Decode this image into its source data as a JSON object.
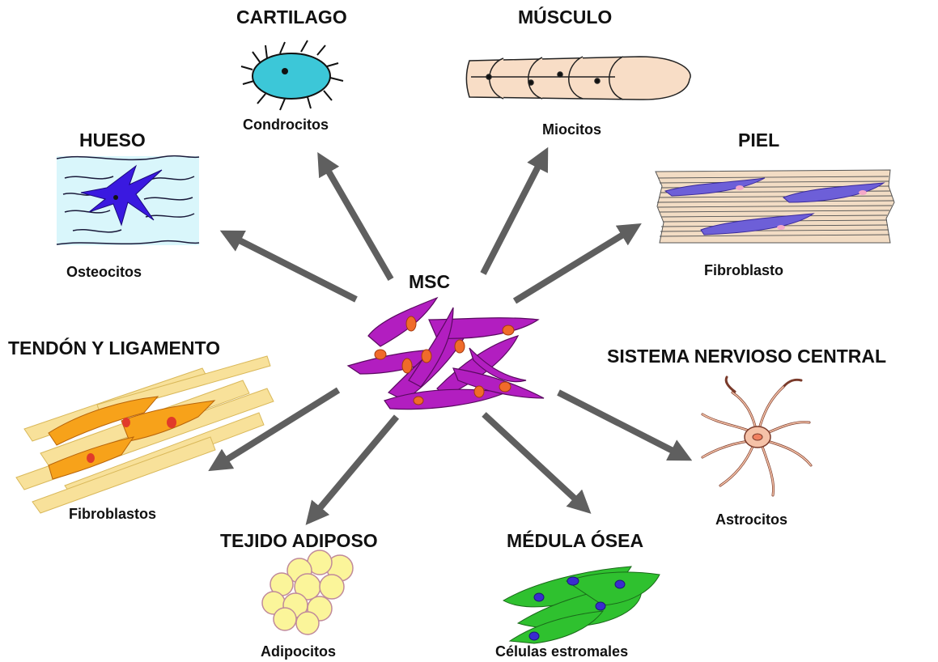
{
  "center": {
    "label": "MSC"
  },
  "nodes": [
    {
      "id": "cartilago",
      "title": "CARTILAGO",
      "cell": "Condrocitos"
    },
    {
      "id": "musculo",
      "title": "MÚSCULO",
      "cell": "Miocitos"
    },
    {
      "id": "hueso",
      "title": "HUESO",
      "cell": "Osteocitos"
    },
    {
      "id": "piel",
      "title": "PIEL",
      "cell": "Fibroblasto"
    },
    {
      "id": "tendon",
      "title": "TENDÓN Y LIGAMENTO",
      "cell": "Fibroblastos"
    },
    {
      "id": "snc",
      "title": "SISTEMA NERVIOSO CENTRAL",
      "cell": "Astrocitos"
    },
    {
      "id": "adiposo",
      "title": "TEJIDO ADIPOSO",
      "cell": "Adipocitos"
    },
    {
      "id": "medula",
      "title": "MÉDULA ÓSEA",
      "cell": "Células estromales"
    }
  ],
  "colors": {
    "arrow": "#5f5f5f",
    "msc": "#b21ec0",
    "msc_nucleus": "#f06b2a",
    "chondrocyte": "#3cc7d8",
    "muscle": "#f8ddc6",
    "bone_bg": "#d9f6fb",
    "osteocyte": "#3a19e0",
    "skin": "#f2dcc4",
    "skin_cell": "#6d5fd8",
    "tendon_fiber": "#f8e19a",
    "tendon_cell": "#f7a21a",
    "astrocyte": "#f5c2a8",
    "adipocyte": "#fbf59a",
    "stromal": "#2fc12f",
    "stromal_nucleus": "#3a2bd0"
  }
}
